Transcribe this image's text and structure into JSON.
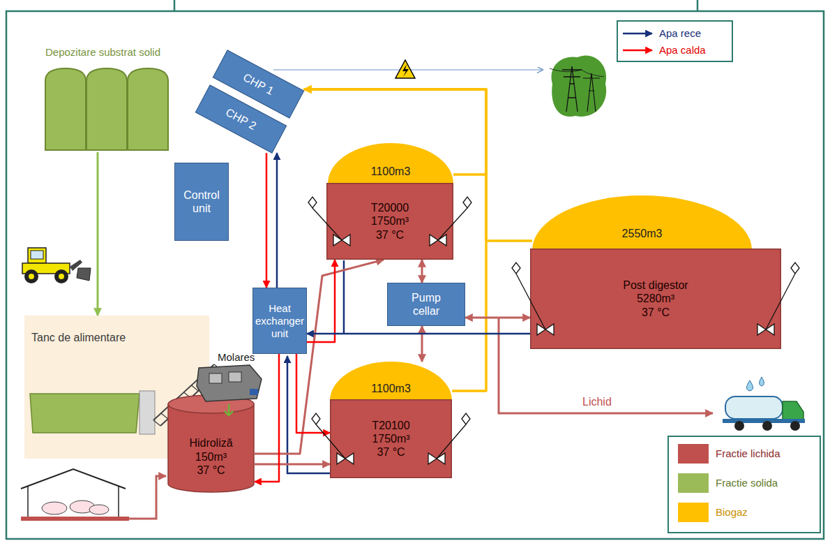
{
  "diagram": {
    "nodes": [
      {
        "text": [
          "Depozitare substrat solid"
        ]
      },
      {
        "text": [
          "CHP 1"
        ]
      },
      {
        "text": [
          "CHP 2"
        ]
      },
      {
        "text": [
          "Control unit"
        ]
      },
      {
        "text": [
          "1100m3"
        ]
      },
      {
        "text": [
          "T20000",
          "1750m³",
          "37 °C"
        ]
      },
      {
        "text": [
          "2550m3"
        ]
      },
      {
        "text": [
          "Post digestor",
          "5280m³",
          "37 °C"
        ]
      },
      {
        "text": [
          "Pump cellar"
        ]
      },
      {
        "text": [
          "Heat exchanger unit"
        ]
      },
      {
        "text": [
          "Tanc de alimentare"
        ]
      },
      {
        "text": [
          "Hidroliză",
          "150m³",
          "37 °C"
        ]
      },
      {
        "text": [
          "1100m3"
        ]
      },
      {
        "text": [
          "T20100",
          "1750m³",
          "37 °C"
        ]
      }
    ],
    "edges": [
      {
        "from": 0,
        "to": 10,
        "arrow": "to"
      },
      {
        "from": 4,
        "to": 1,
        "arrow": "to"
      },
      {
        "from": 12,
        "to": 1,
        "arrow": "to"
      },
      {
        "from": 6,
        "to": 1,
        "arrow": "to"
      },
      {
        "from": 11,
        "to": 13,
        "arrow": "to"
      },
      {
        "from": 11,
        "to": 5,
        "arrow": "to"
      },
      {
        "from": 5,
        "to": 8,
        "arrow": "both"
      },
      {
        "from": 8,
        "to": 12,
        "arrow": "both"
      },
      {
        "from": 8,
        "to": 7,
        "arrow": "both"
      },
      {
        "from": 2,
        "to": 9,
        "arrow": "to"
      },
      {
        "from": 9,
        "to": 2,
        "arrow": "to"
      },
      {
        "from": 9,
        "to": 5,
        "arrow": "to"
      },
      {
        "from": 9,
        "to": 13,
        "arrow": "to"
      },
      {
        "from": 9,
        "to": 11,
        "arrow": "to"
      },
      {
        "from": 7,
        "to": 9,
        "arrow": "to"
      }
    ],
    "labels": [
      "Molares",
      "Lichid"
    ],
    "legend": [
      {
        "text": "Apa rece"
      },
      {
        "text": "Apa calda"
      },
      {
        "text": "Fractie lichida",
        "color": "#c0504d"
      },
      {
        "text": "Fractie solida",
        "color": "#9bbb59"
      },
      {
        "text": "Biogaz",
        "color": "#ffc000"
      }
    ]
  }
}
